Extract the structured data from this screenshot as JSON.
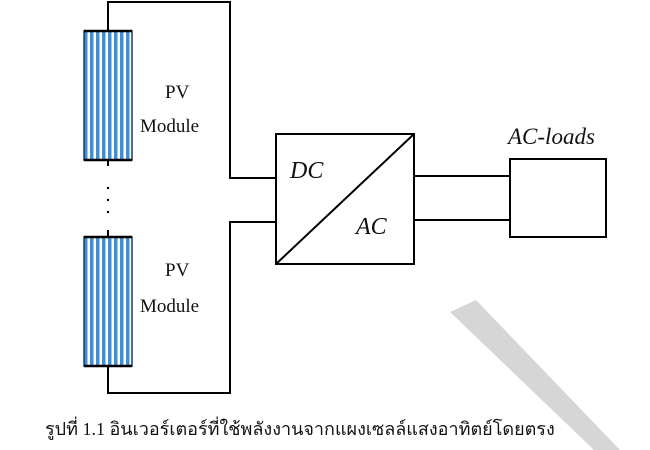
{
  "diagram": {
    "pv_top": {
      "line1": "PV",
      "line2": "Module"
    },
    "pv_bottom": {
      "line1": "PV",
      "line2": "Module"
    },
    "inverter": {
      "input_label": "DC",
      "output_label": "AC"
    },
    "load": {
      "label": "AC-loads"
    },
    "caption": "รูปที่ 1.1 อินเวอร์เตอร์ที่ใช้พลังงานจากแผงเซลล์แสงอาทิตย์โดยตรง",
    "colors": {
      "panel_blue": "#3f8fd8",
      "line": "#000000",
      "watermark": "#cfcfcf"
    }
  }
}
